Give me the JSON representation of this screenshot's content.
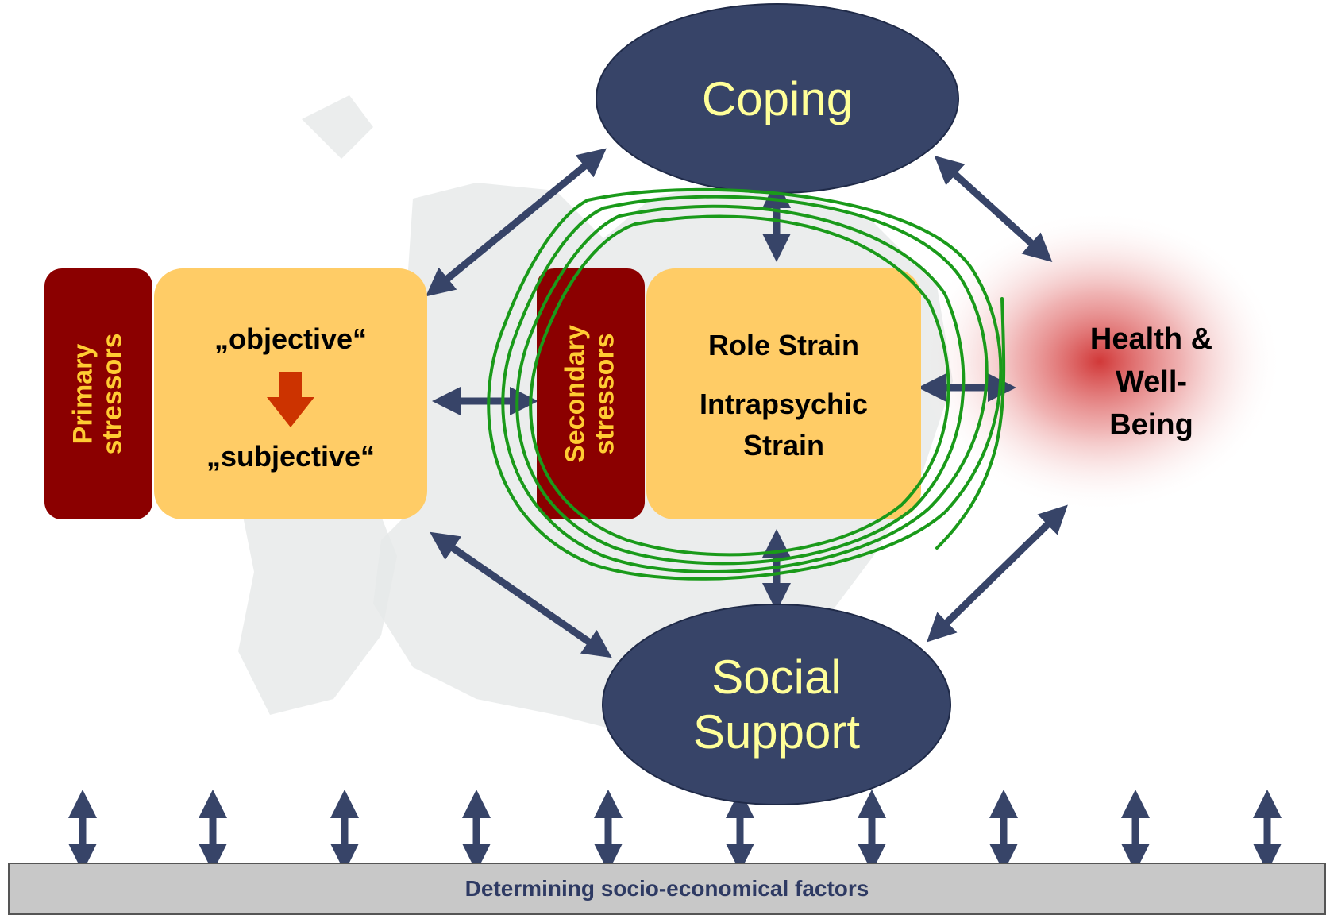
{
  "nodes": {
    "coping": "Coping",
    "social_support": [
      "Social",
      "Support"
    ],
    "primary_tab": [
      "Primary",
      "stressors"
    ],
    "primary_box": {
      "top": "„objective“",
      "bottom": "„subjective“"
    },
    "secondary_tab": [
      "Secondary",
      "stressors"
    ],
    "secondary_box": {
      "line1": "Role Strain",
      "line2": "Intrapsychic",
      "line3": "Strain"
    },
    "health": [
      "Health &",
      "Well-",
      "Being"
    ],
    "bottom_bar": "Determining socio-economical factors"
  },
  "colors": {
    "ellipse_fill": "#374468",
    "ellipse_text": "#ffff99",
    "box_fill": "#ffcc66",
    "tab_fill": "#8b0000",
    "tab_text": "#ffcc33",
    "arrow": "#374468",
    "down_arrow": "#cc3300",
    "scribble": "#1a9a1a",
    "bar_fill": "#c8c8c8",
    "bar_text": "#2e3a63",
    "health_glow": "#cc2222"
  }
}
